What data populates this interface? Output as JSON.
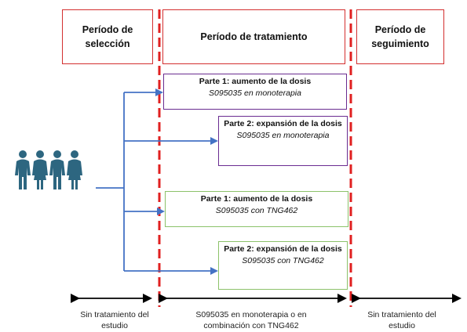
{
  "periods": {
    "selection": {
      "line1": "Período de",
      "line2": "selección"
    },
    "treatment": {
      "line1": "Período de tratamiento"
    },
    "followup": {
      "line1": "Período de",
      "line2": "seguimiento"
    }
  },
  "parts": [
    {
      "title": "Parte 1: aumento de la dosis",
      "subtitle": "S095035 en monoterapia",
      "color": "#6a2c91"
    },
    {
      "title": "Parte 2: expansión de la dosis",
      "subtitle": "S095035 en monoterapia",
      "color": "#6a2c91"
    },
    {
      "title": "Parte 1: aumento de la dosis",
      "subtitle": "S095035 con TNG462",
      "color": "#8cc26a"
    },
    {
      "title": "Parte 2: expansión de la dosis",
      "subtitle": "S095035 con TNG462",
      "color": "#8cc26a"
    }
  ],
  "bottom": {
    "selection": "Sin tratamiento del estudio",
    "treatment": "S095035 en monoterapia o en combinación con TNG462",
    "followup": "Sin tratamiento del estudio"
  },
  "colors": {
    "arrow_blue": "#4472c4",
    "dash_red": "#e02020",
    "people": "#2d6680"
  },
  "icons": {
    "participants": "people-group-icon"
  }
}
